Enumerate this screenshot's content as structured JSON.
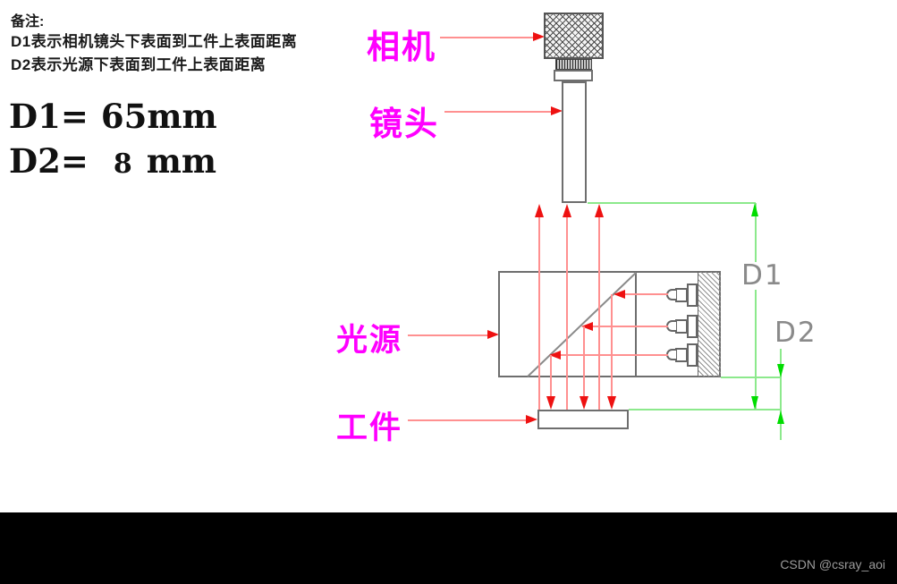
{
  "notes": {
    "title": "备注:",
    "line1": "D1表示相机镜头下表面到工件上表面距离",
    "line2": "D2表示光源下表面到工件上表面距离"
  },
  "measurements": {
    "d1_label": "D1=",
    "d1_value": "65mm",
    "d2_label": "D2=",
    "d2_value": "8",
    "d2_unit": "mm"
  },
  "part_labels": {
    "camera": "相机",
    "lens": "镜头",
    "light_source": "光源",
    "workpiece": "工件"
  },
  "dimension_labels": {
    "d1": "D1",
    "d2": "D2"
  },
  "watermark": "CSDN @csray_aoi",
  "colors": {
    "label_magenta": "#ff00ff",
    "beam_red": "#ff9090",
    "arrow_red": "#ee1111",
    "dim_green": "#8ce98c",
    "arrow_green": "#00dd00",
    "cad_gray": "#6e6e6e",
    "dim_label_gray": "#8a8a8a",
    "footer_black": "#000000",
    "watermark_gray": "#9b9b9b"
  }
}
